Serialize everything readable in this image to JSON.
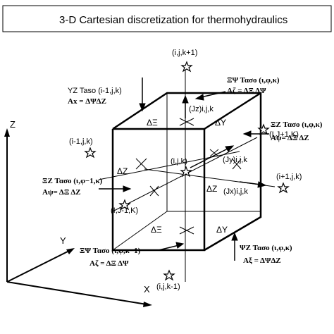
{
  "title": "3-D Cartesian discretization for thermohydraulics",
  "axes": {
    "x": "X",
    "y": "Y",
    "z": "Z"
  },
  "nodes": {
    "top": "(i,j,k+1)",
    "bottom": "(i,j,k-1)",
    "left": "(i-1,j,k)",
    "right": "(i+1,j,k)",
    "center": "(i,j,k)",
    "front": "(I,J-1,K)",
    "back": "(I,J+1,K)"
  },
  "faces": {
    "yz_left_name": "YZ Taso (i-1,j,k)",
    "yz_left_area": "Ax = ΔΨΔZ",
    "top_name": "ΞΨ Τασο (ι,φ,κ)",
    "top_area": "Aζ = ΔΞ ΔΨ",
    "right_name": "ΞZ Τασο (ι,φ,κ)",
    "right_area": "Aψ= ΔΞ ΔZ",
    "left_name": "ΞZ Τασο (ι,φ−1,κ)",
    "left_area": "Aψ= ΔΞ ΔZ",
    "bottom_name": "ΞΨ Τασο (ι,φ,κ−1)",
    "bottom_area": "Aζ = ΔΞ ΔΨ",
    "yzright_name": "ΨZ Τασο (ι,φ,κ)",
    "yzright_area": "Aξ = ΔΨΔZ"
  },
  "flux": {
    "jz": "(Jz)i,j,k",
    "jy": "(Jy)i,j,k",
    "jx": "(Jx)i,j,k"
  },
  "dims": {
    "top_dxi": "ΔΞ",
    "top_dy": "ΔY",
    "mid_dz_left": "ΔZ",
    "mid_dz_right": "ΔZ",
    "bot_dxi": "ΔΞ",
    "bot_dy": "ΔY"
  }
}
